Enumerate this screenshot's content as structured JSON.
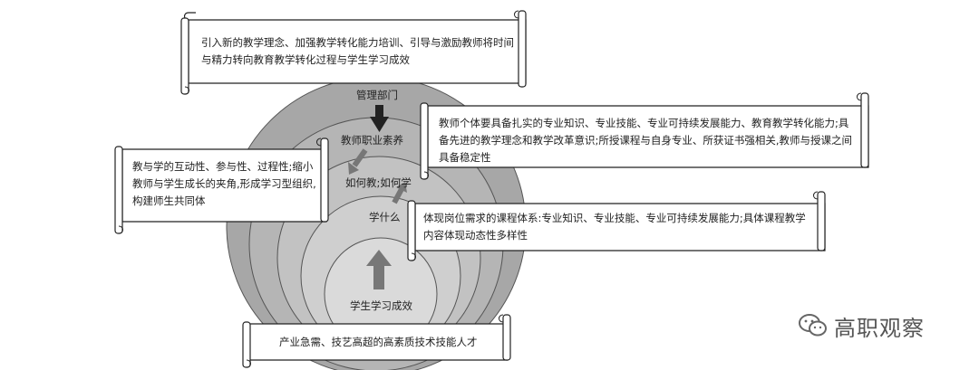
{
  "diagram": {
    "scrolls": {
      "top": "引入新的教学理念、加强教学转化能力培训、引导与激励教师将时间与精力转向教育教学转化过程与学生学习成效",
      "left": "教与学的互动性、参与性、过程性;缩小教师与学生成长的夹角,形成学习型组织,构建师生共同体",
      "right_upper": "教师个体要具备扎实的专业知识、专业技能、专业可持续发展能力、教育教学转化能力;具备先进的教学理念和教学改革意识;所授课程与自身专业、所获证书强相关,教师与授课之间具备稳定性",
      "right_lower": "体现岗位需求的课程体系:专业知识、专业技能、专业可持续发展能力;具体课程教学内容体现动态性多样性",
      "bottom": "产业急需、技艺高超的高素质技术技能人才"
    },
    "layers": {
      "management": "管理部门",
      "teacher_quality": "教师职业素养",
      "how": "如何教;如何学",
      "what": "学什么",
      "outcome": "学生学习成效"
    }
  },
  "watermark": {
    "icon": "wechat-icon",
    "text": "高职观察"
  }
}
